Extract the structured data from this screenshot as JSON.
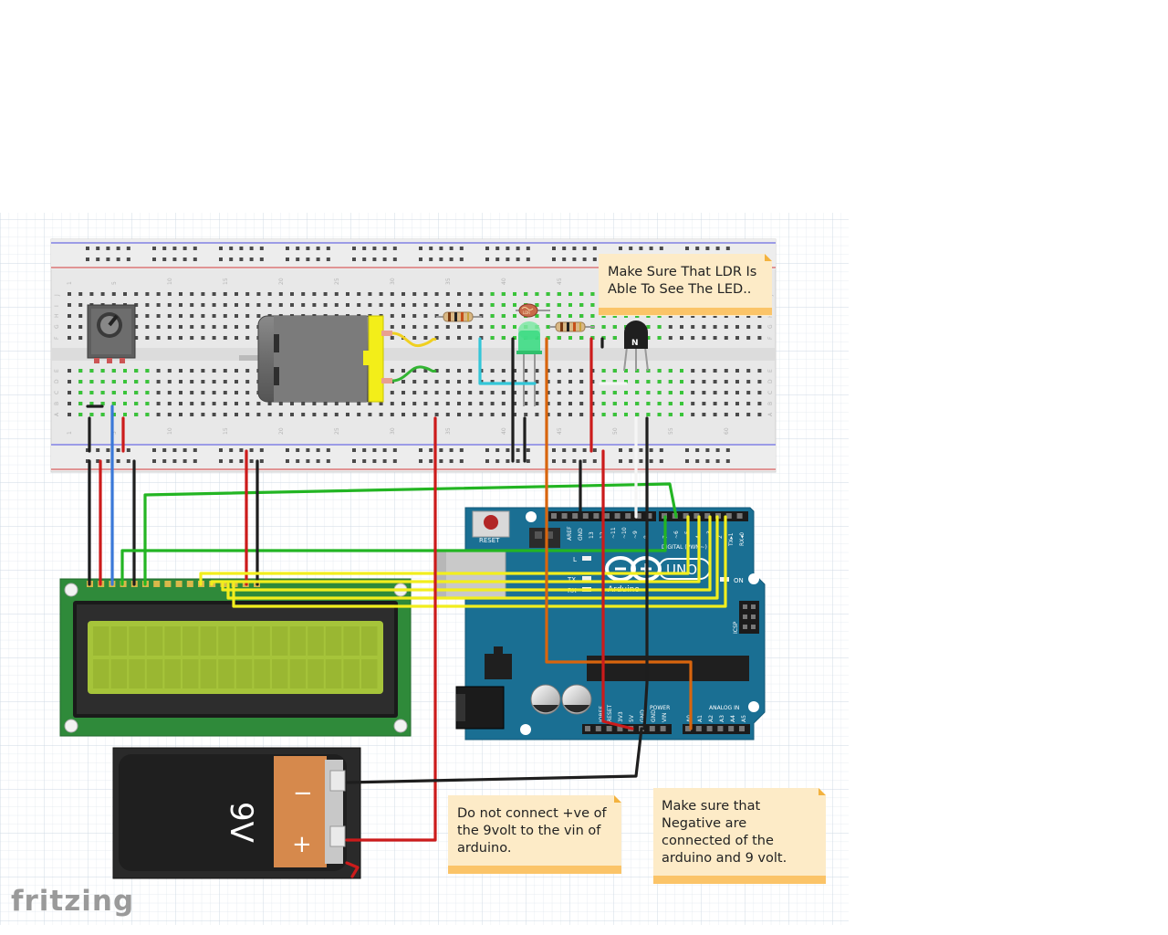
{
  "notes": {
    "ldr": {
      "lines": [
        "Make Sure That LDR Is",
        "Able To See The LED.."
      ]
    },
    "vin": {
      "lines": [
        "Do not connect  +ve of",
        "the 9volt to the vin of",
        "arduino."
      ]
    },
    "negative": {
      "lines": [
        "Make sure that",
        "Negative are",
        "connected of the",
        "arduino and 9 volt."
      ]
    }
  },
  "arduino": {
    "reset_label": "RESET",
    "uno_label": "UNO",
    "brand_label": "Arduino",
    "digital_label": "DIGITAL (PWM~)",
    "power_label": "POWER",
    "analog_label": "ANALOG IN",
    "icsp_label": "ICSP",
    "on_label": "ON",
    "tx_label": "TX",
    "rx_label": "RX",
    "l_label": "L",
    "aref_label": "AREF",
    "gnd_label": "GND",
    "pin13_label": "13",
    "pin12_label": "12",
    "pin11_label": "~11",
    "pin10_label": "~10",
    "pin9_label": "~9",
    "pin8_label": "8",
    "pin7_label": "7",
    "pin6_label": "~6",
    "pin5_label": "~5",
    "pin4_label": "4",
    "pin3_label": "~3",
    "pin2_label": "2",
    "tx1_label": "TX▸1",
    "rx0_label": "RX◂0",
    "ioref_label": "IOREF",
    "reset_pin_label": "RESET",
    "v33_label": "3V3",
    "v5_label": "5V",
    "gnd1_label": "GND",
    "gnd2_label": "GND",
    "vin_label": "VIN",
    "a0_label": "A0",
    "a1_label": "A1",
    "a2_label": "A2",
    "a3_label": "A3",
    "a4_label": "A4",
    "a5_label": "A5"
  },
  "battery": {
    "voltage_label": "9V",
    "minus_label": "−",
    "plus_label": "+"
  },
  "ldr_label": "LDR",
  "transistor_label": "N",
  "breadboard": {
    "column_numbers": [
      "1",
      "5",
      "10",
      "15",
      "20",
      "25",
      "30",
      "35",
      "40",
      "45",
      "50",
      "55",
      "60"
    ],
    "row_letters_top": [
      "J",
      "I",
      "H",
      "G",
      "F"
    ],
    "row_letters_bottom": [
      "E",
      "D",
      "C",
      "B",
      "A"
    ]
  },
  "logo": "fritzing",
  "colors": {
    "arduino_blue": "#1a6f93",
    "lcd_pcb": "#2f8a3a",
    "lcd_screen": "#a6c43a",
    "wire_red": "#cc1b1b",
    "wire_black": "#1e1e1e",
    "wire_green": "#23b523",
    "wire_yellow": "#f2ee1d",
    "wire_orange": "#d8650e",
    "wire_blue": "#3a78d8",
    "wire_cyan": "#33c6d8",
    "note_bg": "#fdebc7",
    "battery_orange": "#d6894c"
  }
}
